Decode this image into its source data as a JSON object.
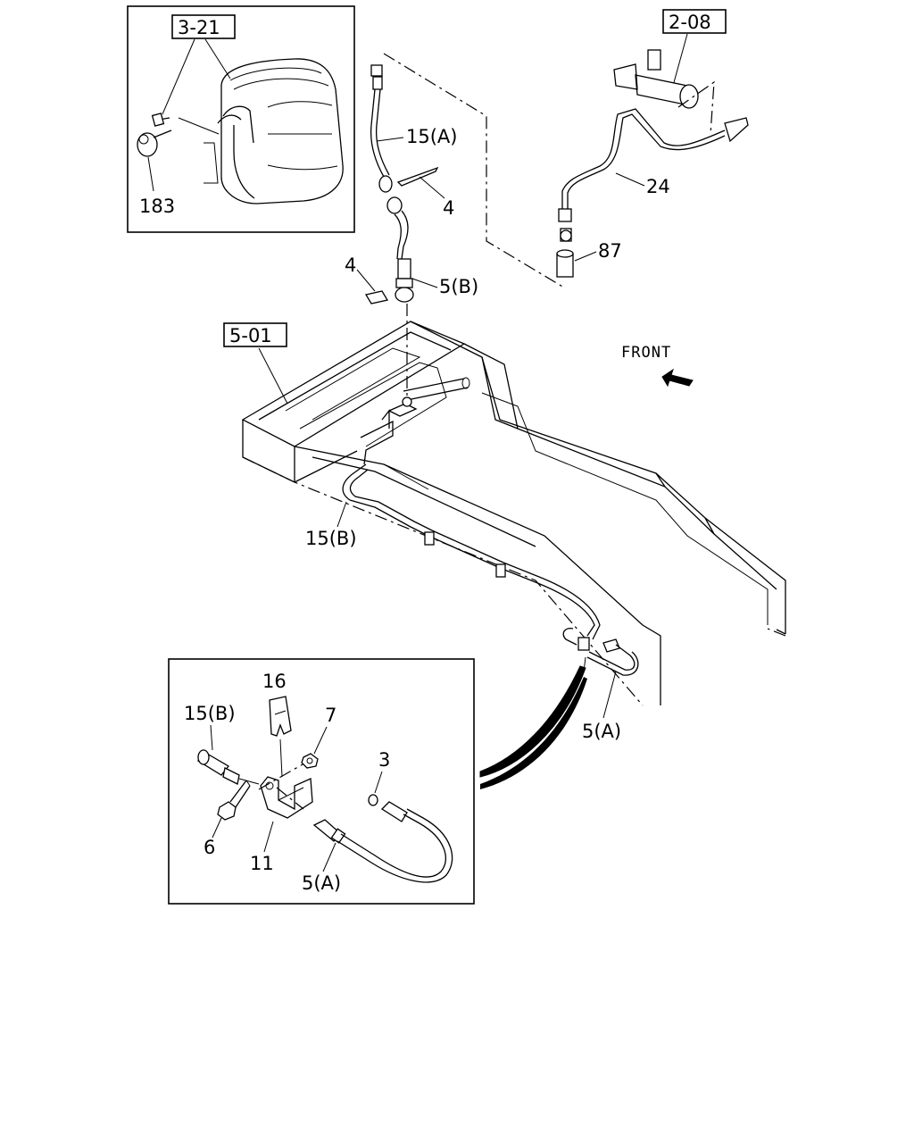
{
  "callouts": {
    "ref_3_21": "3-21",
    "ref_2_08": "2-08",
    "ref_5_01": "5-01",
    "p183": "183",
    "p15a": "15(A)",
    "p4_upper": "4",
    "p4_lower": "4",
    "p5b": "5(B)",
    "p24": "24",
    "p87": "87",
    "p15b_main": "15(B)",
    "p5a_main": "5(A)",
    "p16": "16",
    "p15b_detail": "15(B)",
    "p7": "7",
    "p3": "3",
    "p6": "6",
    "p11": "11",
    "p5a_detail": "5(A)"
  },
  "direction": {
    "front_label": "FRONT"
  }
}
